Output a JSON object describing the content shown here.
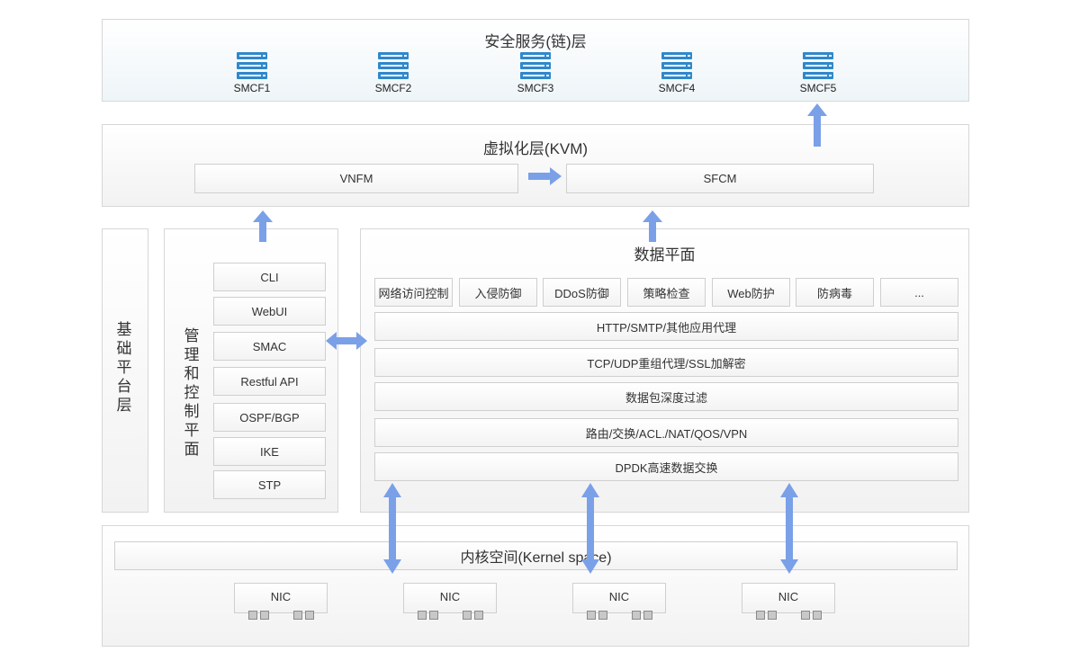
{
  "security_layer": {
    "title": "安全服务(链)层",
    "servers": [
      "SMCF1",
      "SMCF2",
      "SMCF3",
      "SMCF4",
      "SMCF5"
    ]
  },
  "virtualization_layer": {
    "title": "虚拟化层(KVM)",
    "vnfm": "VNFM",
    "sfcm": "SFCM"
  },
  "base_platform": {
    "title": "基础平台层"
  },
  "management": {
    "title": "管理和控制平面",
    "items": [
      "CLI",
      "WebUI",
      "SMAC",
      "Restful API",
      "OSPF/BGP",
      "IKE",
      "STP"
    ]
  },
  "data_plane": {
    "title": "数据平面",
    "modules": [
      "网络访问控制",
      "入侵防御",
      "DDoS防御",
      "策略检查",
      "Web防护",
      "防病毒",
      "..."
    ],
    "rows": [
      "HTTP/SMTP/其他应用代理",
      "TCP/UDP重组代理/SSL加解密",
      "数据包深度过滤",
      "路由/交换/ACL./NAT/QOS/VPN",
      "DPDK高速数据交换"
    ]
  },
  "kernel": {
    "title": "内核空间(Kernel space)",
    "nics": [
      "NIC",
      "NIC",
      "NIC",
      "NIC"
    ]
  },
  "colors": {
    "arrow": "#7aa0e8",
    "server": "#2f88cc"
  }
}
